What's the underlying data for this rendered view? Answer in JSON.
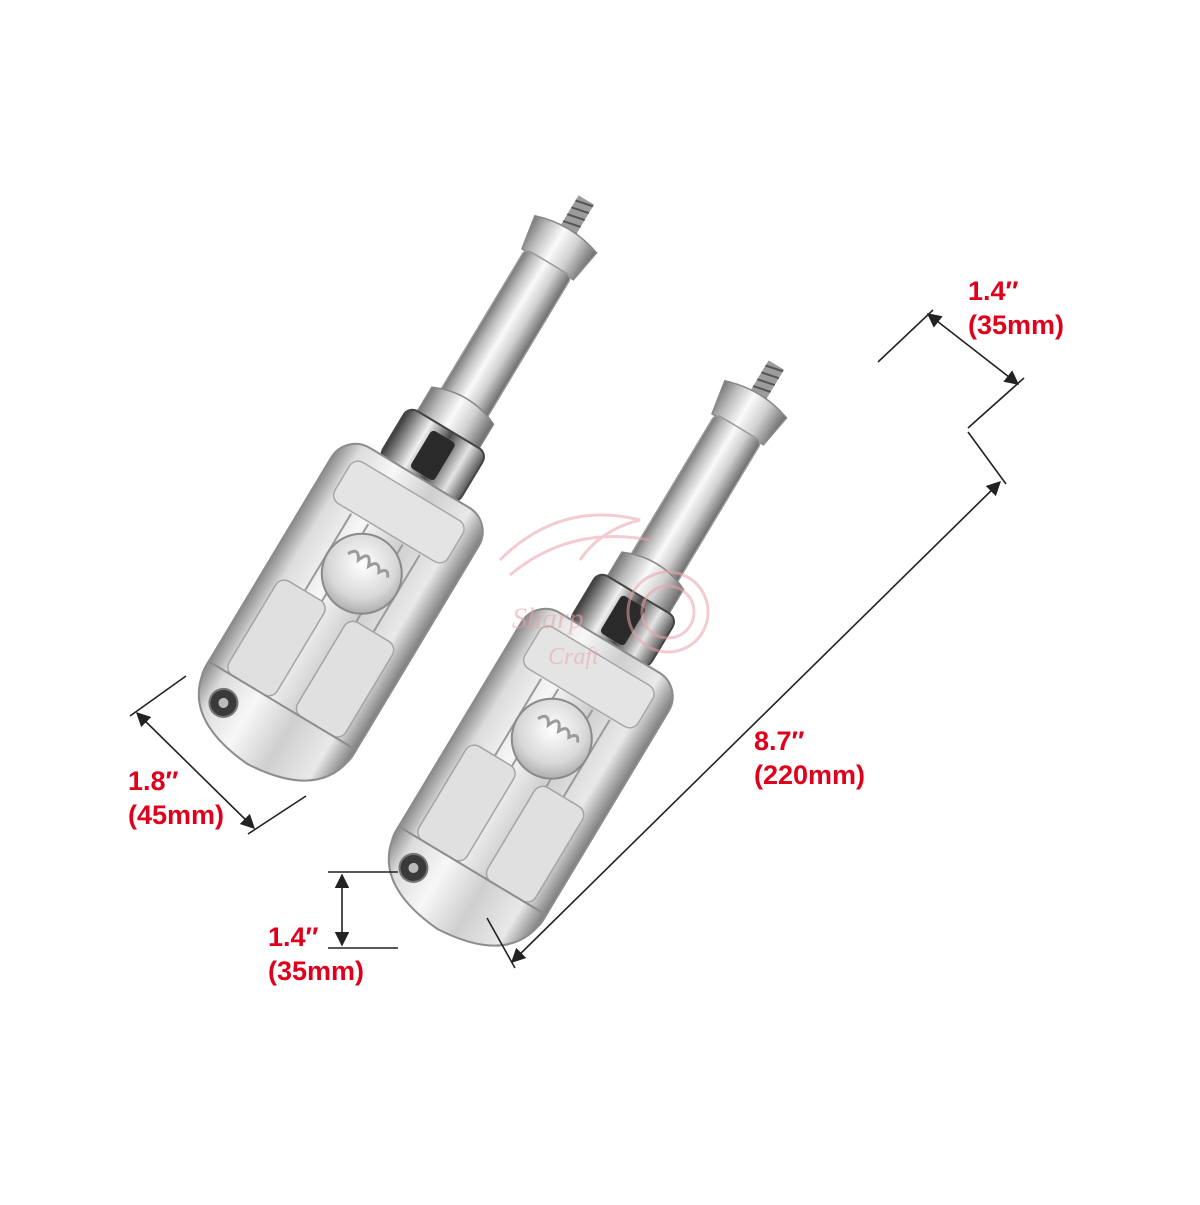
{
  "image": {
    "subject": "two chrome motorcycle foot pegs with mounting studs",
    "background": "#ffffff"
  },
  "watermark": {
    "line1": "Sharp",
    "line2": "Craft",
    "color": "#e8a4ad"
  },
  "dimensions": [
    {
      "id": "mount-width",
      "inches": "1.4″",
      "mm": "(35mm)"
    },
    {
      "id": "peg-width",
      "inches": "1.8″",
      "mm": "(45mm)"
    },
    {
      "id": "overall-length",
      "inches": "8.7″",
      "mm": "(220mm)"
    },
    {
      "id": "peg-height",
      "inches": "1.4″",
      "mm": "(35mm)"
    }
  ],
  "colors": {
    "label_text": "#e0001b",
    "dimension_line": "#222222",
    "chrome_light": "#f4f4f4",
    "chrome_mid": "#c9c9c9",
    "chrome_dark": "#6e6e6e"
  }
}
